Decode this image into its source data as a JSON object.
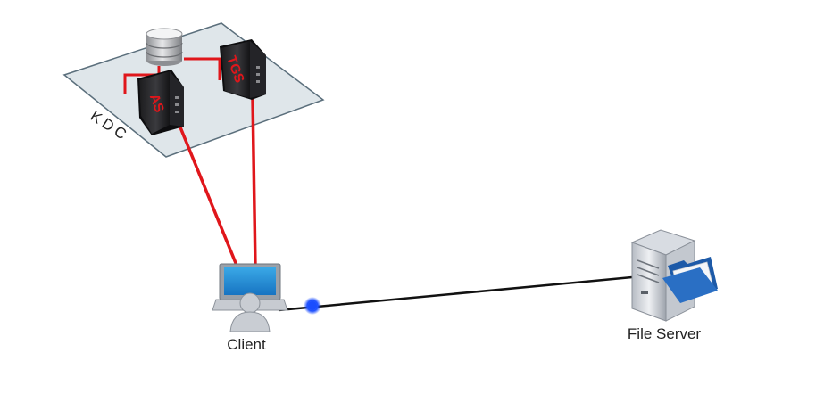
{
  "kdc": {
    "label": "KDC",
    "as_label": "AS",
    "tgs_label": "TGS"
  },
  "nodes": {
    "client_label": "Client",
    "file_server_label": "File Server"
  },
  "colors": {
    "kdc_link": "#e0161b",
    "network_link": "#111111",
    "packet": "#1a4dff",
    "platform": "#dfe6ea",
    "folder": "#2a6fc4"
  }
}
